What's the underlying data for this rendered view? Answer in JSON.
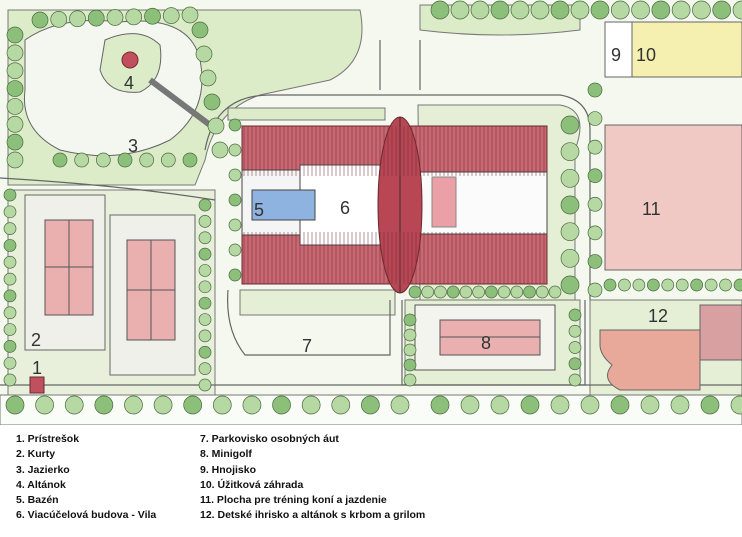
{
  "map_labels": [
    "1",
    "2",
    "3",
    "4",
    "5",
    "6",
    "7",
    "8",
    "9",
    "10",
    "11",
    "12"
  ],
  "legend": {
    "left": [
      "1. Prístrešok",
      "2. Kurty",
      "3. Jazierko",
      "4. Altánok",
      "5. Bazén",
      "6. Viacúčelová budova - Vila"
    ],
    "right": [
      "7. Parkovisko osobných áut",
      "8. Minigolf",
      "9. Hnojisko",
      "10. Úžitková záhrada",
      "11. Plocha pre tréning koní a jazdenie",
      "12. Detské ihrisko a altánok s krbom a grilom"
    ]
  },
  "colors": {
    "roof": "#c0505e",
    "pink": "#eab0b0",
    "pool": "#8fb3e0",
    "grass": "#dcebc8",
    "tree": "#9cc88a",
    "garden": "#f5efb0"
  }
}
